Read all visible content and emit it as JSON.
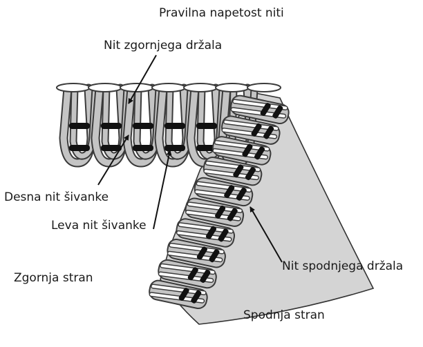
{
  "diagram": {
    "title": "Pravilna napetost niti",
    "labels": {
      "upper_thread": "Nit zgornjega držala",
      "right_needle_thread": "Desna nit šivanke",
      "left_needle_thread": "Leva nit šivanke",
      "top_side": "Zgornja stran",
      "lower_thread": "Nit spodnjega držala",
      "bottom_side": "Spodnja stran"
    },
    "colors": {
      "fabric": "#d4d4d4",
      "thread_outline": "#3a3a3a",
      "loop_fill": "#c4c4c4",
      "thread_fill": "#ffffff",
      "needle_thread": "#111111"
    }
  }
}
